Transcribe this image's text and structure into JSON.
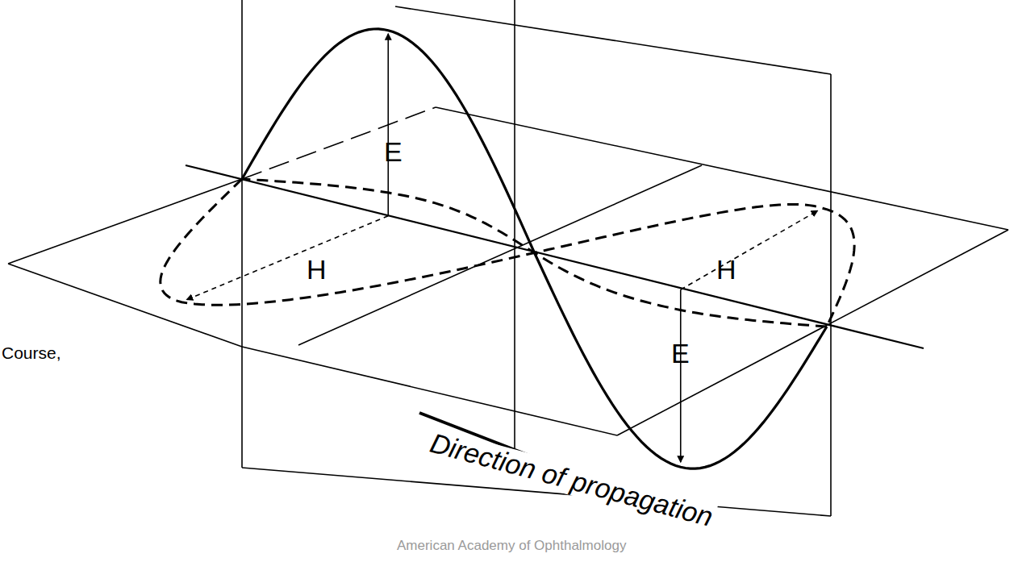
{
  "diagram": {
    "labels": [
      "E",
      "H",
      "H",
      "E",
      "Direction of propagation",
      "American Academy of Ophthalmology",
      "Course,"
    ]
  }
}
